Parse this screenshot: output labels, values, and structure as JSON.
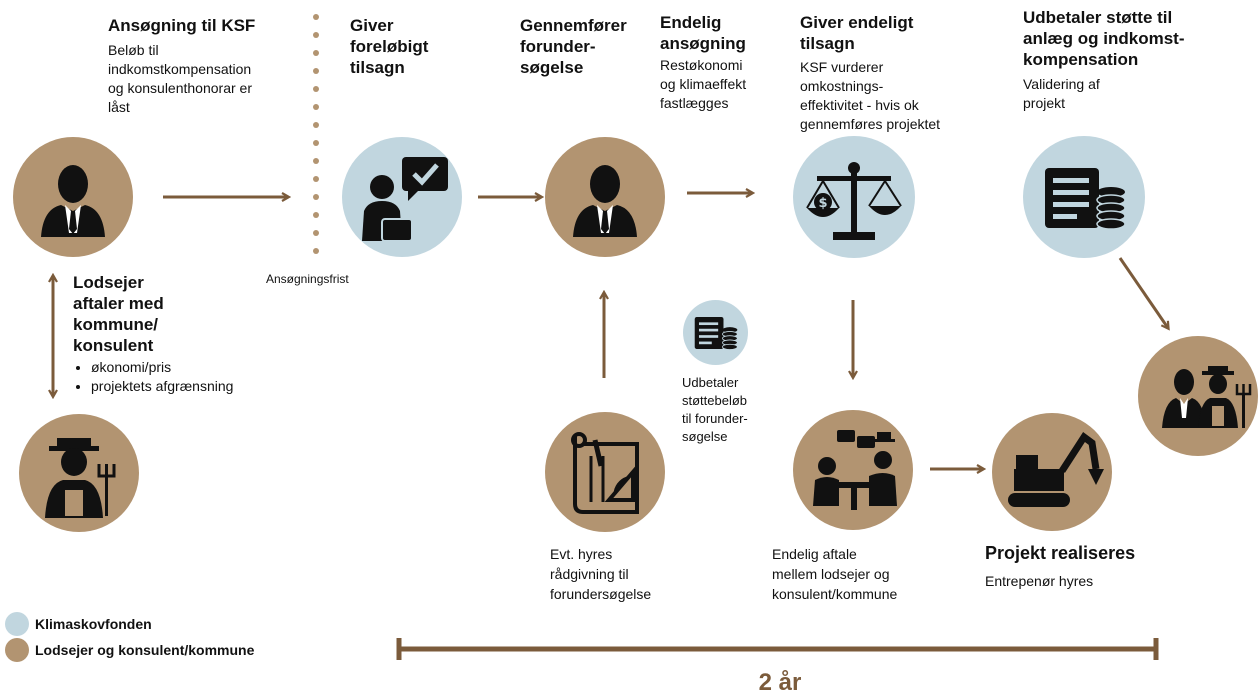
{
  "steps": {
    "ksf_application": {
      "title": "Ansøgning til KSF",
      "text": "Beløb til\nindkomstkompensation\nog konsulenthonorar er\nlåst"
    },
    "preliminary_commitment": {
      "title": "Giver\nforeløbigt\ntilsagn"
    },
    "feasibility_study": {
      "title": "Gennemfører\nforunder-\nsøgelse"
    },
    "final_application": {
      "title": "Endelig\nansøgning",
      "text": "Restøkonomi\nog klimaeffekt\nfastlægges"
    },
    "final_commitment": {
      "title": "Giver endeligt\ntilsagn",
      "text": "KSF vurderer\nomkostnings-\neffektivitet - hvis ok\ngennemføres projektet"
    },
    "payout": {
      "title": "Udbetaler støtte til\nanlæg og indkomst-\nkompensation",
      "text": "Validering af\nprojekt"
    },
    "landowner_agreement": {
      "title": "Lodsejer\naftaler med\nkommune/\nkonsulent",
      "bullets": [
        "økonomi/pris",
        "projektets afgrænsning"
      ]
    },
    "deadline": {
      "label": "Ansøgningsfrist"
    },
    "study_payout": {
      "text": "Udbetaler\nstøttebeløb\ntil forunder-\nsøgelse"
    },
    "hire_advice": {
      "text": "Evt. hyres\nrådgivning til\nforundersøgelse"
    },
    "final_agreement": {
      "text": "Endelig aftale\nmellem lodsejer og\nkonsulent/kommune"
    },
    "realisation": {
      "title": "Projekt realiseres",
      "text": "Entrepenør hyres"
    }
  },
  "legend": {
    "items": [
      {
        "label": "Klimaskovfonden",
        "color": "#c1d6df"
      },
      {
        "label": "Lodsejer og konsulent/kommune",
        "color": "#b29471"
      }
    ]
  },
  "timeline": {
    "label": "2 år"
  },
  "colors": {
    "arrow": "#7b5b3b",
    "tan": "#b29471",
    "blue": "#c1d6df",
    "icon": "#111111"
  },
  "icons": [
    "businessman-icon",
    "farmer-icon",
    "approval-chat-icon",
    "scales-icon",
    "money-stack-icon",
    "blueprint-icon",
    "meeting-icon",
    "excavator-icon"
  ]
}
